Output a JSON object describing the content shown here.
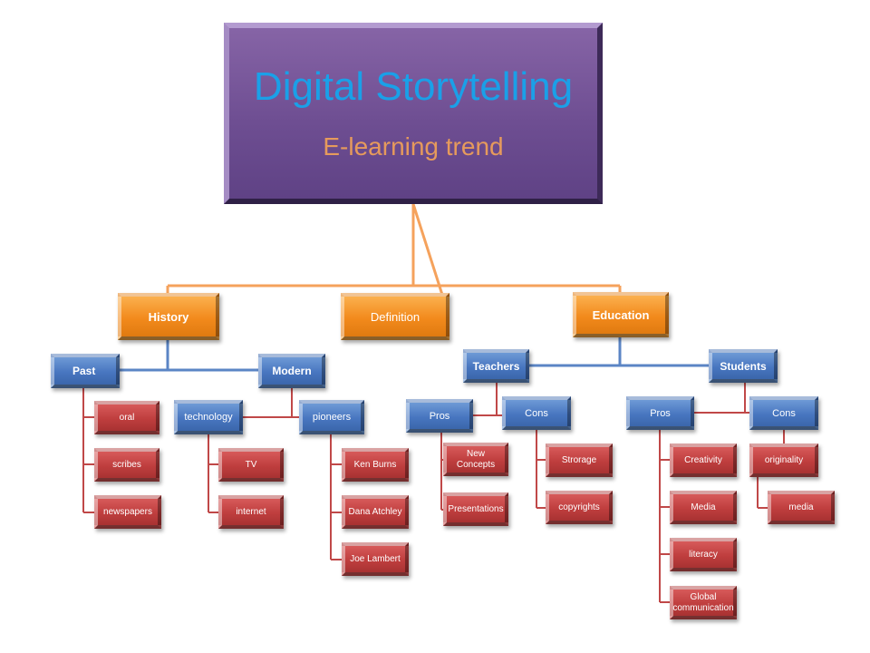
{
  "title": "Digital Storytelling",
  "subtitle": "E-learning trend",
  "nodes": {
    "history": "History",
    "definition": "Definition",
    "education": "Education",
    "past": "Past",
    "modern": "Modern",
    "teachers": "Teachers",
    "students": "Students",
    "oral": "oral",
    "scribes": "scribes",
    "newspapers": "newspapers",
    "technology": "technology",
    "pioneers": "pioneers",
    "tv": "TV",
    "internet": "internet",
    "ken_burns": "Ken Burns",
    "dana_atchley": "Dana Atchley",
    "joe_lambert": "Joe Lambert",
    "teachers_pros": "Pros",
    "teachers_cons": "Cons",
    "new_concepts": "New Concepts",
    "presentations": "Presentations",
    "storage": "Strorage",
    "copyrights": "copyrights",
    "students_pros": "Pros",
    "students_cons": "Cons",
    "creativity": "Creativity",
    "media_pros": "Media",
    "literacy": "literacy",
    "global_communication": "Global communication",
    "originality": "originality",
    "media_cons": "media"
  },
  "colors": {
    "title_fill": "#6f5094",
    "title_text": "#1aa0e8",
    "subtitle_text": "#e69a5c",
    "level1": "#f28a1c",
    "level2": "#4876c0",
    "leaf": "#bf3e3e"
  }
}
